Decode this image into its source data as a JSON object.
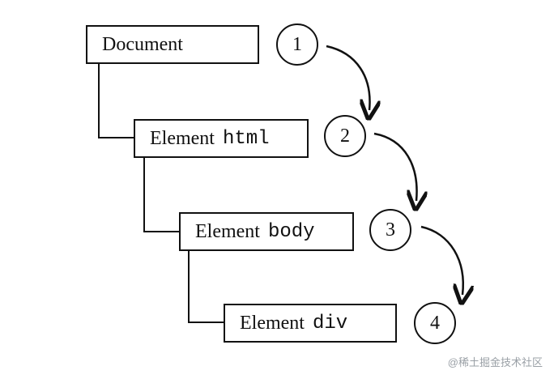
{
  "nodes": [
    {
      "kind": "Document",
      "tag": ""
    },
    {
      "kind": "Element",
      "tag": "html"
    },
    {
      "kind": "Element",
      "tag": "body"
    },
    {
      "kind": "Element",
      "tag": "div"
    }
  ],
  "steps": [
    "1",
    "2",
    "3",
    "4"
  ],
  "watermark": "@稀土掘金技术社区"
}
